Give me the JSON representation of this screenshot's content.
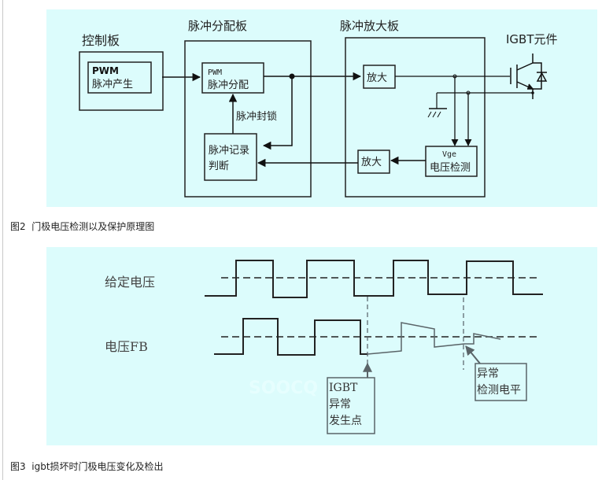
{
  "figure2": {
    "caption": "图2  门极电压检测以及保护原理图",
    "boards": {
      "control": {
        "title": "控制板",
        "block": {
          "line1": "PWM",
          "line2": "脉冲产生"
        }
      },
      "distribution": {
        "title": "脉冲分配板",
        "pwm_block": {
          "line1": "PWM",
          "line2": "脉冲分配"
        },
        "lock_label": "脉冲封锁",
        "record_block": {
          "line1": "脉冲记录",
          "line2": "判断"
        }
      },
      "amplifier": {
        "title": "脉冲放大板",
        "amp_top": "放大",
        "amp_bottom": "放大",
        "detect_block": {
          "line1": "Vge",
          "line2": "电压检测"
        }
      },
      "igbt": {
        "title": "IGBT元件"
      }
    }
  },
  "figure3": {
    "caption": "图3  igbt损坏时门极电压变化及检出",
    "signal_labels": {
      "given": "给定电压",
      "feedback": "电压FB"
    },
    "annotations": {
      "fault_point": {
        "line1": "IGBT",
        "line2": "异常",
        "line3": "发生点"
      },
      "detect_level": {
        "line1": "异常",
        "line2": "检测电平"
      }
    },
    "watermark": "SOOCQ"
  },
  "colors": {
    "panel_bg": "#dcfcfc",
    "line": "#1a1a1a",
    "annotation": "#555f66"
  }
}
